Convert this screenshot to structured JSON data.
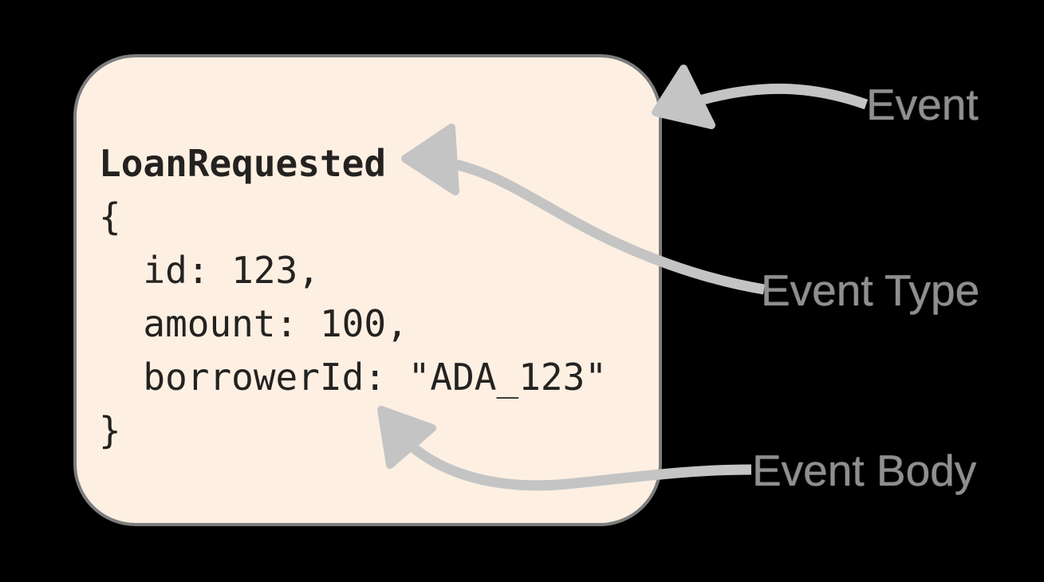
{
  "canvas": {
    "background": "#000000"
  },
  "event_card": {
    "type_name": "LoanRequested",
    "body_text": "\n{\n  id: 123,\n  amount: 100,\n  borrowerId: \"ADA_123\"\n}",
    "fill": "#fdf0e3",
    "border_color": "#7d7d7d"
  },
  "annotations": [
    {
      "id": "event",
      "label": "Event"
    },
    {
      "id": "event-type",
      "label": "Event Type"
    },
    {
      "id": "event-body",
      "label": "Event Body"
    }
  ],
  "colors": {
    "arrow": "#c4c4c4",
    "label_text": "#8f8f8f",
    "code_text": "#242220"
  }
}
